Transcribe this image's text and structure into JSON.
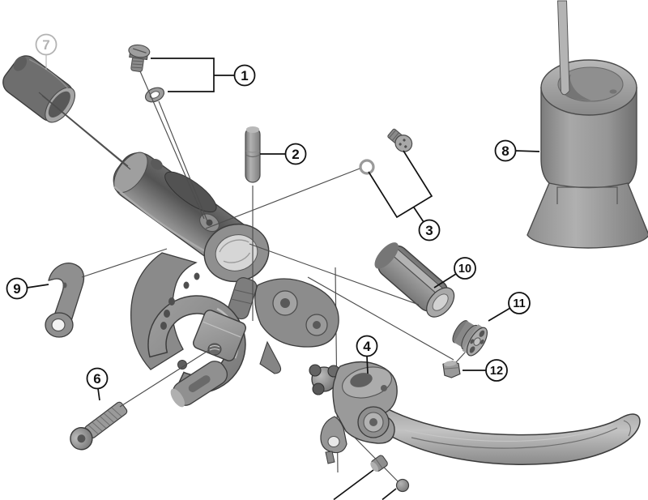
{
  "diagram": {
    "type": "exploded-parts-diagram",
    "subject": "hydraulic-brake-lever-assembly",
    "callouts": [
      {
        "label": "1",
        "part": "lid-screw-and-washer"
      },
      {
        "label": "2",
        "part": "pivot-pin"
      },
      {
        "label": "3",
        "part": "bleed-screw-and-oring"
      },
      {
        "label": "4",
        "part": "lever-blade-assembly"
      },
      {
        "label": "6",
        "part": "clamp-fixing-bolt"
      },
      {
        "label": "7",
        "part": "end-cap"
      },
      {
        "label": "8",
        "part": "bleed-funnel"
      },
      {
        "label": "9",
        "part": "clamp-band"
      },
      {
        "label": "10",
        "part": "piston-sleeve"
      },
      {
        "label": "11",
        "part": "piston"
      },
      {
        "label": "12",
        "part": "pushrod-bushing"
      }
    ]
  },
  "colors": {
    "background": "#ffffff",
    "callout_stroke": "#111111",
    "callout_muted": "#b3b3b3",
    "leader_line": "#4d4d4d",
    "bracket_line": "#111111",
    "part_gray": "#9a9a9a"
  }
}
